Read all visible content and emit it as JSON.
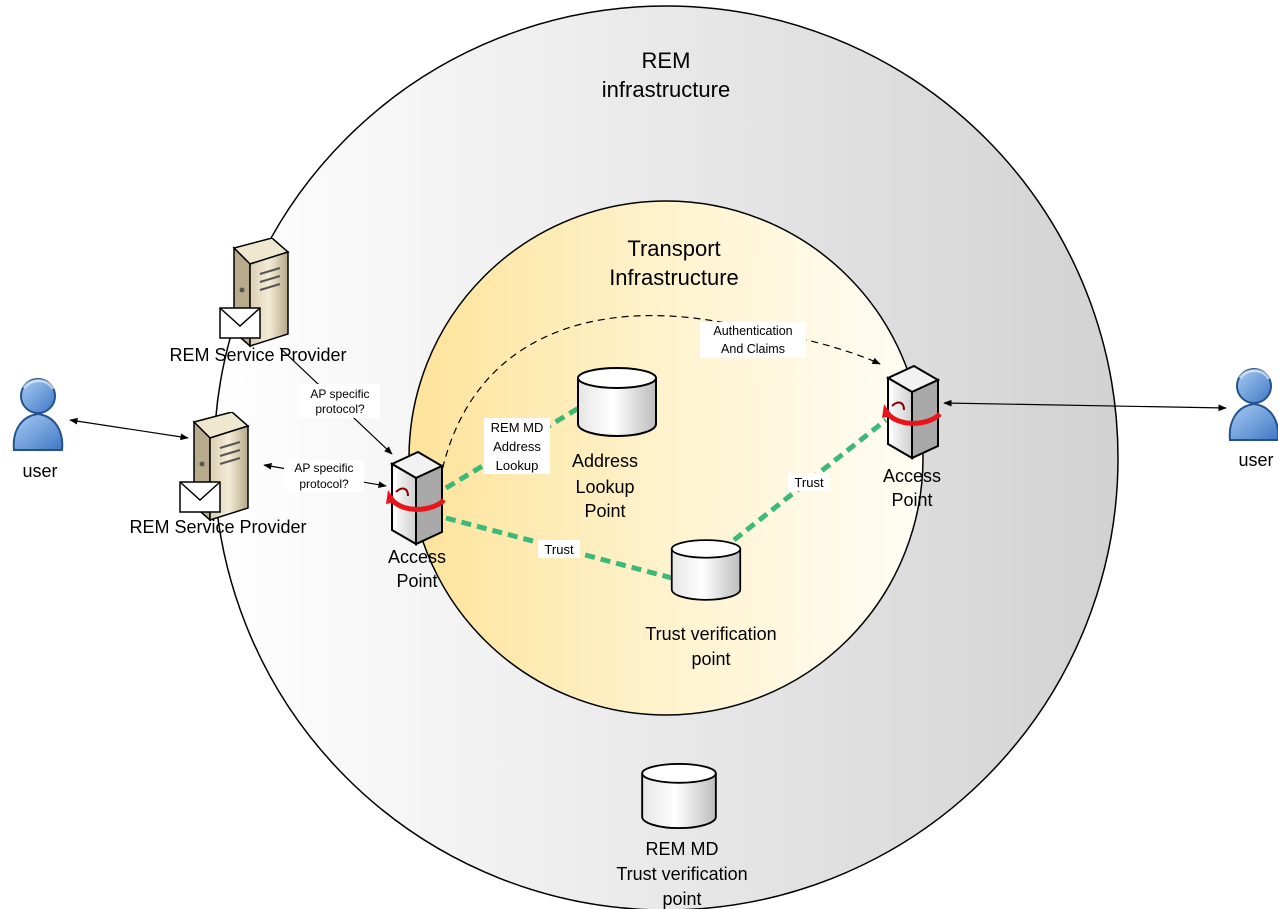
{
  "rem_infrastructure": {
    "line1": "REM",
    "line2": "infrastructure"
  },
  "transport_infrastructure": {
    "line1": "Transport",
    "line2": "Infrastructure"
  },
  "users": {
    "left": {
      "label": "user"
    },
    "right": {
      "label": "user"
    }
  },
  "service_providers": {
    "top": {
      "label": "REM Service Provider"
    },
    "bottom": {
      "label": "REM Service Provider"
    }
  },
  "access_points": {
    "left": {
      "line1": "Access",
      "line2": "Point"
    },
    "right": {
      "line1": "Access",
      "line2": "Point"
    }
  },
  "databases": {
    "address_lookup": {
      "line1": "Address",
      "line2": "Lookup",
      "line3": "Point"
    },
    "trust_verification": {
      "line1": "Trust verification",
      "line2": "point"
    },
    "remmd_trust": {
      "line1": "REM MD",
      "line2": "Trust verification",
      "line3": "point"
    }
  },
  "edge_labels": {
    "ap_protocol_top": {
      "line1": "AP specific",
      "line2": "protocol?"
    },
    "ap_protocol_bottom": {
      "line1": "AP specific",
      "line2": "protocol?"
    },
    "remmd_lookup": {
      "line1": "REM MD",
      "line2": "Address",
      "line3": "Lookup"
    },
    "auth_claims": {
      "line1": "Authentication",
      "line2": "And Claims"
    },
    "trust_left": "Trust",
    "trust_right": "Trust"
  },
  "colors": {
    "trust_link": "#3cb878",
    "outer_circle_light": "#ffffff",
    "outer_circle_dark": "#d2d2d2",
    "inner_circle_warm": "#fde39a",
    "inner_circle_light": "#fffdf5",
    "access_point_arrow": "#e8141b",
    "user_icon": "#5e95d8"
  }
}
